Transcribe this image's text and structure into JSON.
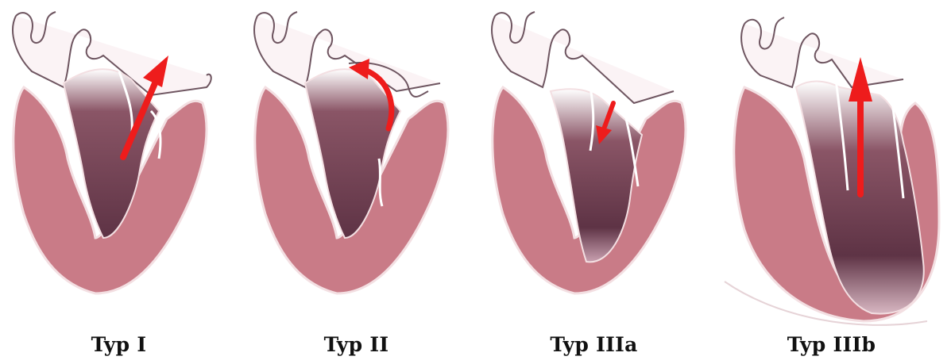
{
  "figure": {
    "panels": [
      {
        "label": "Typ I",
        "arrow": "up-diagonal"
      },
      {
        "label": "Typ II",
        "arrow": "curved-back"
      },
      {
        "label": "Typ IIIa",
        "arrow": "down-small"
      },
      {
        "label": "Typ IIIb",
        "arrow": "up-vertical"
      }
    ],
    "colors": {
      "myocardium": "#c97b87",
      "myocardium_edge": "#f3dfe2",
      "cavity": "#6e3f50",
      "cavity_light": "#d8b7c2",
      "vessel_fill": "#ffffff",
      "vessel_stroke": "#6e5560",
      "arrow": "#ee1c1c"
    }
  }
}
